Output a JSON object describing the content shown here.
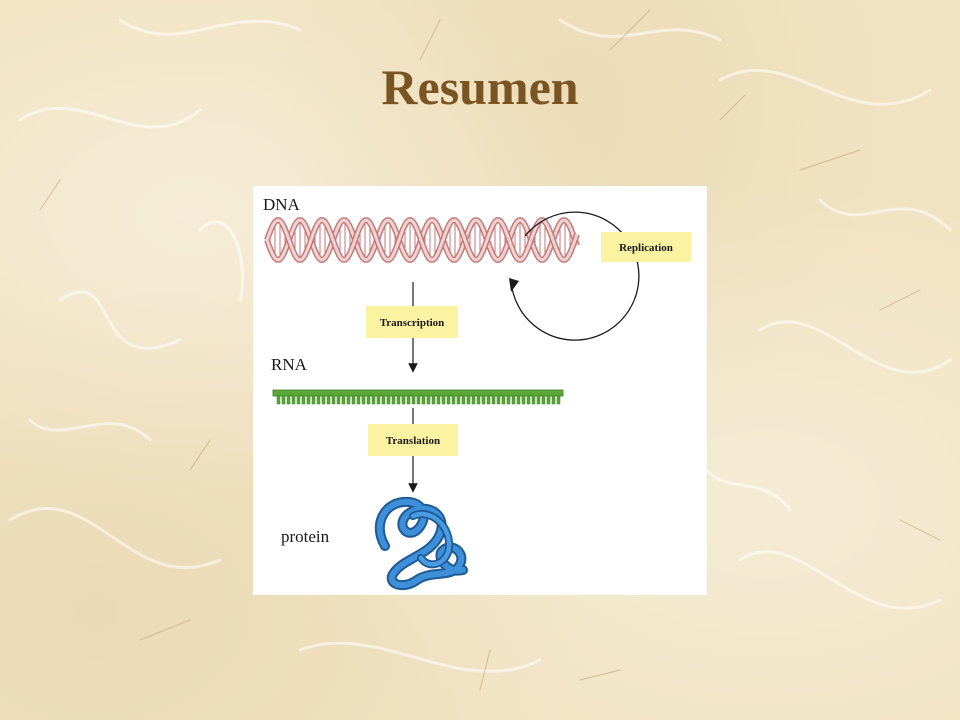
{
  "slide": {
    "title": "Resumen"
  },
  "diagram": {
    "labels": {
      "dna": "DNA",
      "rna": "RNA",
      "protein": "protein"
    },
    "processes": {
      "replication": "Replication",
      "transcription": "Transcription",
      "translation": "Translation"
    },
    "colors": {
      "dna_strand": "#c47a7a",
      "dna_fill": "#efd3d3",
      "rna": "#5ba838",
      "protein": "#2f7fc9",
      "process_box": "#fbf3a2",
      "title": "#7a5522"
    }
  }
}
